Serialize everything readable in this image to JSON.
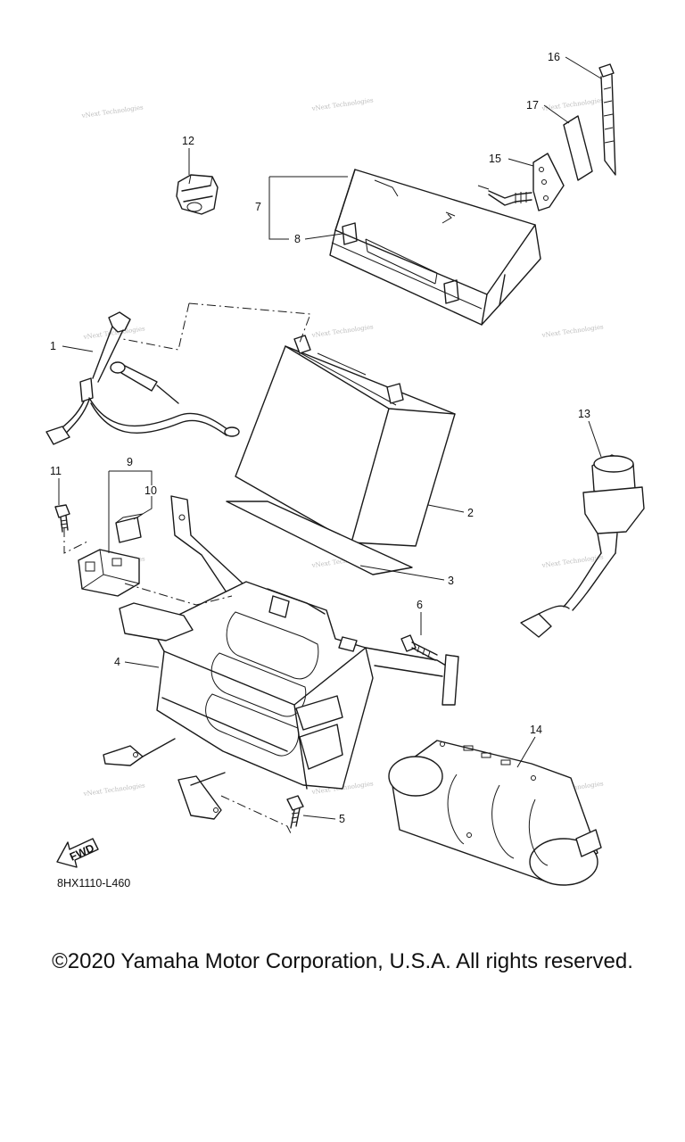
{
  "diagram": {
    "callouts": [
      "1",
      "2",
      "3",
      "4",
      "5",
      "6",
      "7",
      "8",
      "9",
      "10",
      "11",
      "12",
      "13",
      "14",
      "15",
      "16",
      "17"
    ],
    "watermark": "vNext Technologies",
    "fwd_label": "FWD",
    "figure_code": "8HX1110-L460"
  },
  "footer": {
    "copyright": "©2020 Yamaha Motor Corporation, U.S.A. All rights reserved."
  }
}
